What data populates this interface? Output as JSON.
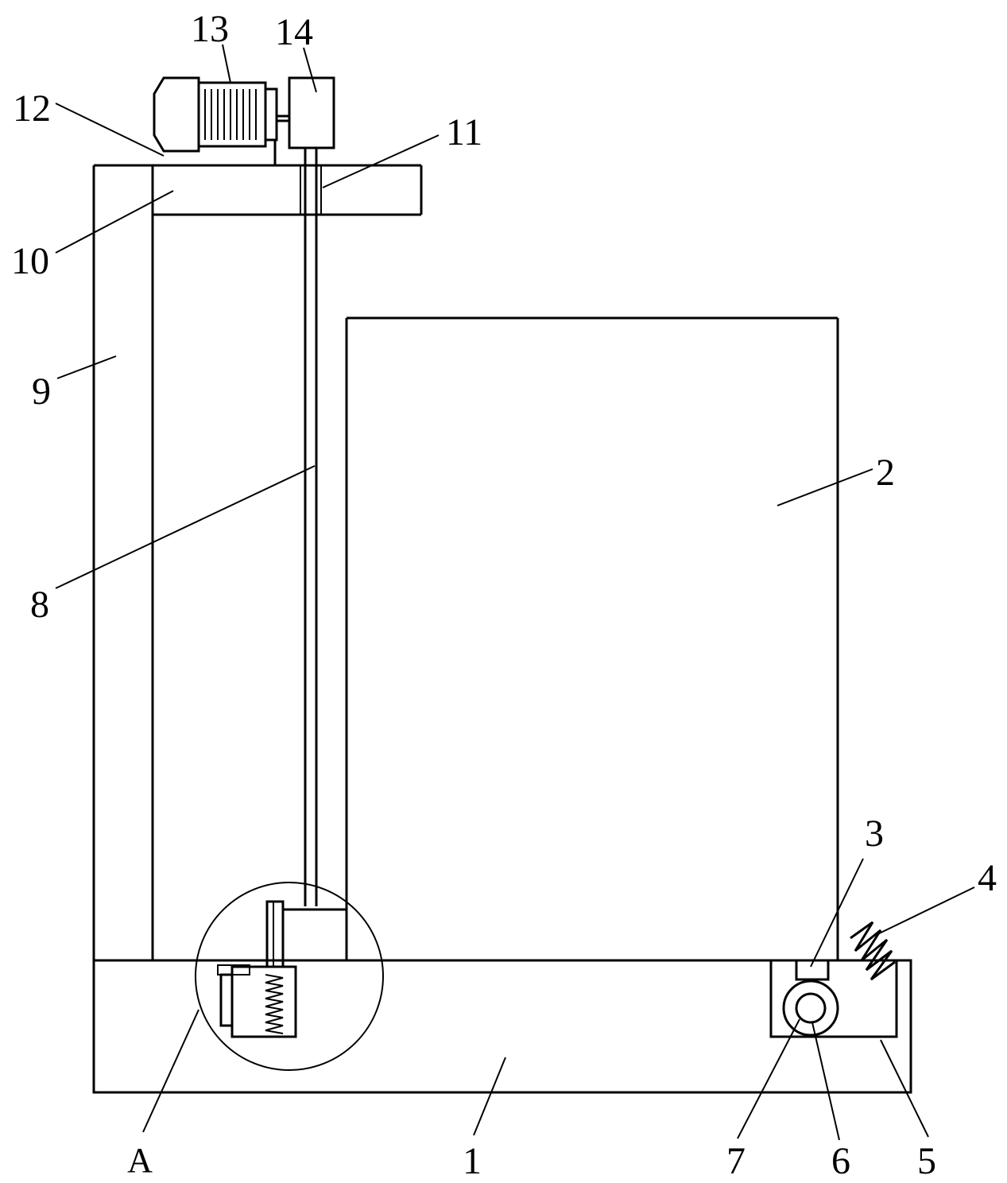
{
  "labels": {
    "l1": "1",
    "l2": "2",
    "l3": "3",
    "l4": "4",
    "l5": "5",
    "l6": "6",
    "l7": "7",
    "l8": "8",
    "l9": "9",
    "l10": "10",
    "l11": "11",
    "l12": "12",
    "l13": "13",
    "l14": "14",
    "lA": "A"
  }
}
